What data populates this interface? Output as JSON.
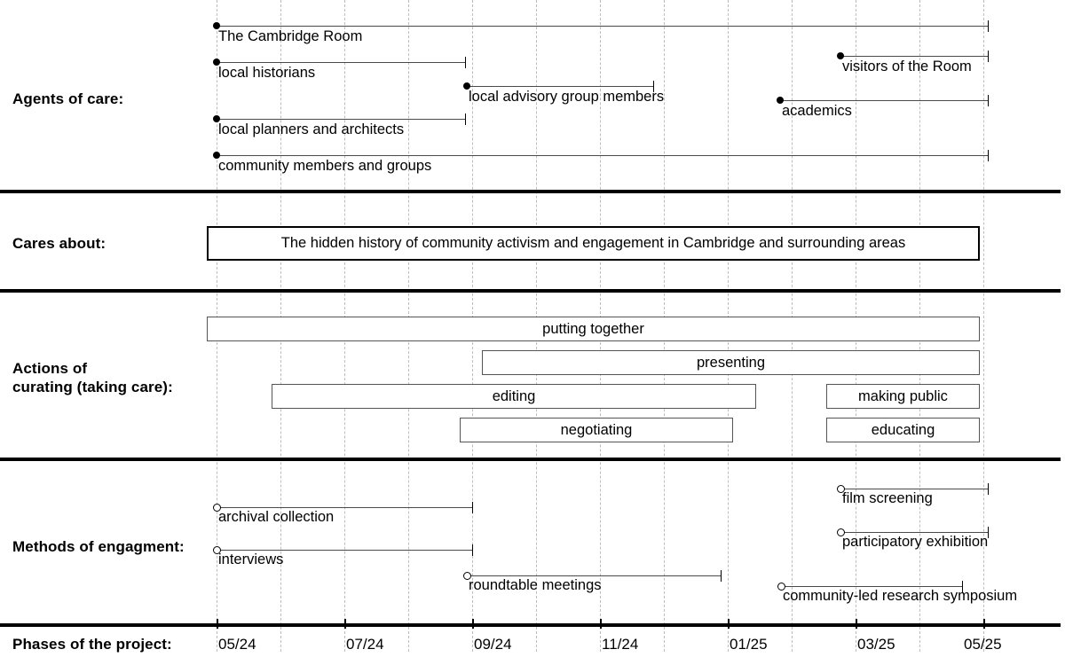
{
  "chart_data": {
    "type": "table",
    "title": "",
    "xlabel": "Phases of the project",
    "axis": {
      "ticks": [
        "05/24",
        "07/24",
        "09/24",
        "11/24",
        "01/25",
        "03/25",
        "05/25"
      ],
      "month_step": 1,
      "grid": true,
      "range": [
        "05/24",
        "06/25"
      ]
    },
    "rows": [
      {
        "label": "Agents of care:",
        "style": "line",
        "items": [
          {
            "name": "The Cambridge Room",
            "start": "05/24",
            "end": "06/25",
            "start_marker": "filled-dot",
            "end_marker": "cap"
          },
          {
            "name": "local historians",
            "start": "05/24",
            "end": "09/24",
            "start_marker": "filled-dot",
            "end_marker": "cap"
          },
          {
            "name": "local advisory group members",
            "start": "09/24",
            "end": "12/24",
            "start_marker": "filled-dot",
            "end_marker": "cap"
          },
          {
            "name": "visitors of the Room",
            "start": "02/25",
            "end": "06/25",
            "start_marker": "filled-dot",
            "end_marker": "cap"
          },
          {
            "name": "academics",
            "start": "01/25",
            "end": "06/25",
            "start_marker": "filled-dot",
            "end_marker": "cap"
          },
          {
            "name": "local planners and architects",
            "start": "05/24",
            "end": "09/24",
            "start_marker": "filled-dot",
            "end_marker": "cap"
          },
          {
            "name": "community members and groups",
            "start": "05/24",
            "end": "06/25",
            "start_marker": "filled-dot",
            "end_marker": "cap"
          }
        ]
      },
      {
        "label": "Cares about:",
        "style": "banner",
        "items": [
          {
            "name": "The hidden history of community activism and engagement in Cambridge and surrounding areas",
            "start": "05/24",
            "end": "05/25"
          }
        ]
      },
      {
        "label": "Actions of\ncurating (taking care):",
        "style": "box",
        "items": [
          {
            "name": "putting together",
            "start": "05/24",
            "end": "05/25"
          },
          {
            "name": "presenting",
            "start": "09/24",
            "end": "05/25"
          },
          {
            "name": "editing",
            "start": "06/24",
            "end": "02/25"
          },
          {
            "name": "making public",
            "start": "02/25",
            "end": "05/25"
          },
          {
            "name": "negotiating",
            "start": "09/24",
            "end": "01/25"
          },
          {
            "name": "educating",
            "start": "02/25",
            "end": "05/25"
          }
        ]
      },
      {
        "label": "Methods of engagment:",
        "style": "line",
        "items": [
          {
            "name": "archival collection",
            "start": "05/24",
            "end": "09/24",
            "start_marker": "open-circle",
            "end_marker": "cap"
          },
          {
            "name": "film screening",
            "start": "02/25",
            "end": "06/25",
            "start_marker": "open-circle",
            "end_marker": "cap"
          },
          {
            "name": "interviews",
            "start": "05/24",
            "end": "09/24",
            "start_marker": "open-circle",
            "end_marker": "cap"
          },
          {
            "name": "participatory exhibition",
            "start": "02/25",
            "end": "06/25",
            "start_marker": "open-circle",
            "end_marker": "cap"
          },
          {
            "name": "roundtable meetings",
            "start": "09/24",
            "end": "01/25",
            "start_marker": "open-circle",
            "end_marker": "cap"
          },
          {
            "name": "community-led research symposium",
            "start": "01/25",
            "end": "05/25",
            "start_marker": "open-circle",
            "end_marker": "cap"
          }
        ]
      },
      {
        "label": "Phases of the project:",
        "style": "axis",
        "items": []
      }
    ]
  },
  "rows": {
    "agents": {
      "label": "Agents of care:"
    },
    "cares": {
      "label": "Cares about:"
    },
    "actions": {
      "label_line1": "Actions of",
      "label_line2": "curating (taking care):"
    },
    "methods": {
      "label": "Methods of engagment:"
    },
    "phases": {
      "label": "Phases of the project:"
    }
  },
  "agents": {
    "t0": {
      "name": "The Cambridge Room"
    },
    "t1": {
      "name": "local historians"
    },
    "t2": {
      "name": "local advisory group members"
    },
    "t3": {
      "name": "visitors of the Room"
    },
    "t4": {
      "name": "academics"
    },
    "t5": {
      "name": "local planners and architects"
    },
    "t6": {
      "name": "community members and groups"
    }
  },
  "cares": {
    "statement": "The hidden history of community activism and engagement in Cambridge and surrounding areas"
  },
  "actions": {
    "a0": {
      "name": "putting together"
    },
    "a1": {
      "name": "presenting"
    },
    "a2": {
      "name": "editing"
    },
    "a3": {
      "name": "making public"
    },
    "a4": {
      "name": "negotiating"
    },
    "a5": {
      "name": "educating"
    }
  },
  "methods": {
    "m0": {
      "name": "archival collection"
    },
    "m1": {
      "name": "film screening"
    },
    "m2": {
      "name": "interviews"
    },
    "m3": {
      "name": "participatory exhibition"
    },
    "m4": {
      "name": "roundtable meetings"
    },
    "m5": {
      "name": "community-led research symposium"
    }
  },
  "axis": {
    "tick0": "05/24",
    "tick1": "07/24",
    "tick2": "09/24",
    "tick3": "11/24",
    "tick4": "01/25",
    "tick5": "03/25",
    "tick6": "05/25"
  },
  "colors": {
    "background": "#ffffff",
    "ink": "#000000",
    "gridline": "#bdbdbd",
    "task_line": "#4a4a4a",
    "box_border": "#555555"
  }
}
